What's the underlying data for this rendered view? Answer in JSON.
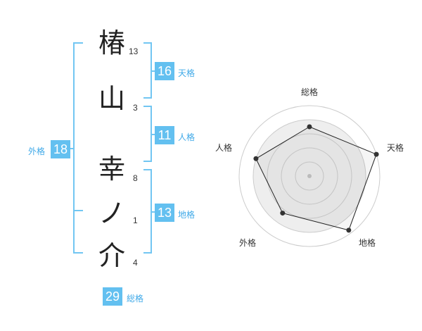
{
  "name": {
    "chars": [
      {
        "char": "椿",
        "strokes": "13"
      },
      {
        "char": "山",
        "strokes": "3"
      },
      {
        "char": "幸",
        "strokes": "8"
      },
      {
        "char": "ノ",
        "strokes": "1"
      },
      {
        "char": "介",
        "strokes": "4"
      }
    ]
  },
  "fortunes": {
    "tenkaku": {
      "value": "16",
      "label": "天格"
    },
    "jinkaku": {
      "value": "11",
      "label": "人格"
    },
    "chikaku": {
      "value": "13",
      "label": "地格"
    },
    "gaikaku": {
      "value": "18",
      "label": "外格"
    },
    "soukaku": {
      "value": "29",
      "label": "総格"
    }
  },
  "colors": {
    "accent": "#63c0f0",
    "bracket": "#72c6f2",
    "label_text": "#3fa9e8",
    "radar_fill": "#eeeeee",
    "radar_ring": "#cccccc"
  },
  "chart_data": {
    "type": "radar",
    "axes": [
      "総格",
      "天格",
      "地格",
      "外格",
      "人格"
    ],
    "values": [
      0.7,
      1.0,
      0.95,
      0.65,
      0.8
    ],
    "max": 1.0,
    "rings": 5
  }
}
